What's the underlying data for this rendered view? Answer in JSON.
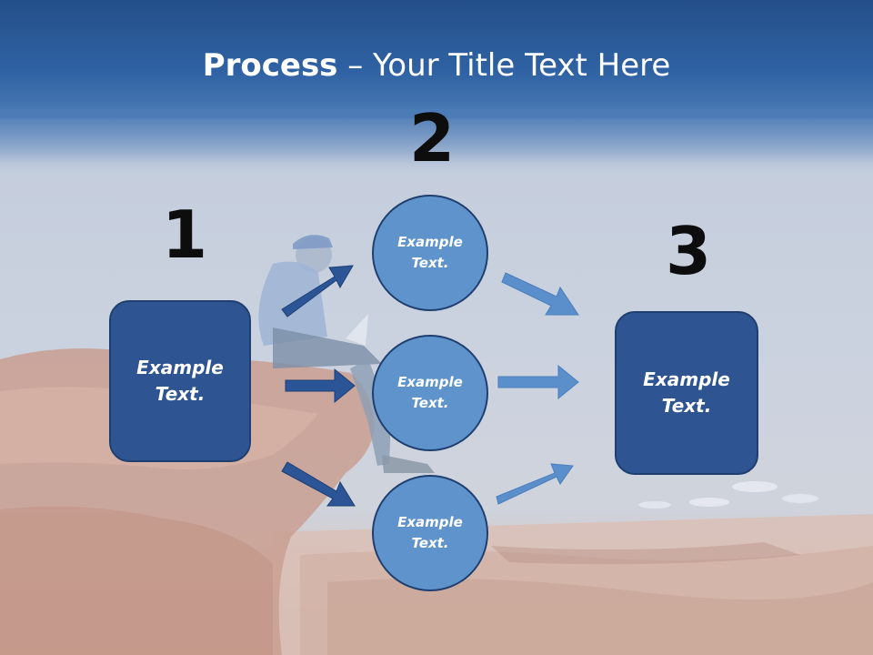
{
  "title": {
    "bold": "Process",
    "rest": " – Your Title Text Here"
  },
  "steps": [
    {
      "number": "1",
      "text": "Example Text."
    },
    {
      "number": "2",
      "items": [
        "Example Text.",
        "Example Text.",
        "Example Text."
      ]
    },
    {
      "number": "3",
      "text": "Example Text."
    }
  ],
  "colors": {
    "box_fill": "#2e5591",
    "circle_fill": "#5f93cc",
    "dark_arrow": "#2b5596",
    "light_arrow": "#5b8fcc"
  }
}
